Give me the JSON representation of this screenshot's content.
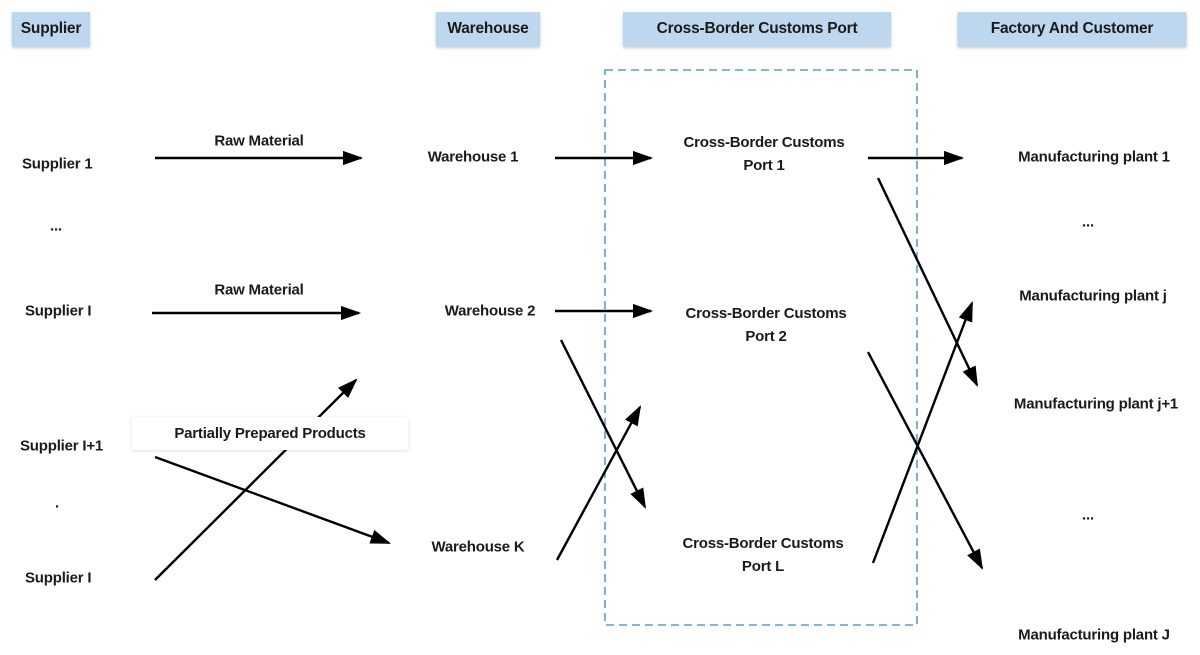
{
  "headers": {
    "supplier": "Supplier",
    "warehouse": "Warehouse",
    "customs": "Cross-Border Customs Port",
    "factory": "Factory And Customer"
  },
  "columns": {
    "suppliers": {
      "items": [
        {
          "label": "Supplier 1"
        },
        {
          "label": "..."
        },
        {
          "label": "Supplier I"
        },
        {
          "label": "Supplier I+1"
        },
        {
          "label": "."
        },
        {
          "label": "Supplier I"
        }
      ]
    },
    "warehouses": {
      "items": [
        {
          "label": "Warehouse 1"
        },
        {
          "label": "Warehouse 2"
        },
        {
          "label": "Warehouse K"
        }
      ]
    },
    "ports": {
      "items": [
        {
          "line1": "Cross-Border Customs",
          "line2": "Port 1"
        },
        {
          "line1": "Cross-Border Customs",
          "line2": "Port 2"
        },
        {
          "line1": "Cross-Border Customs",
          "line2": "Port L"
        }
      ]
    },
    "plants": {
      "items": [
        {
          "label": "Manufacturing plant 1"
        },
        {
          "label": "..."
        },
        {
          "label": "Manufacturing plant j"
        },
        {
          "label": "Manufacturing plant j+1"
        },
        {
          "label": "..."
        },
        {
          "label": "Manufacturing plant J"
        }
      ]
    }
  },
  "flow_labels": {
    "raw_material_1": "Raw Material",
    "raw_material_2": "Raw Material",
    "partially_prepared": "Partially Prepared Products"
  },
  "colors": {
    "header_bg": "#BDD7EE",
    "text": "#1A1A1A",
    "arrow": "#000000",
    "dashed_border": "#5B9BD5",
    "label_box_bg": "#FFFFFF"
  }
}
